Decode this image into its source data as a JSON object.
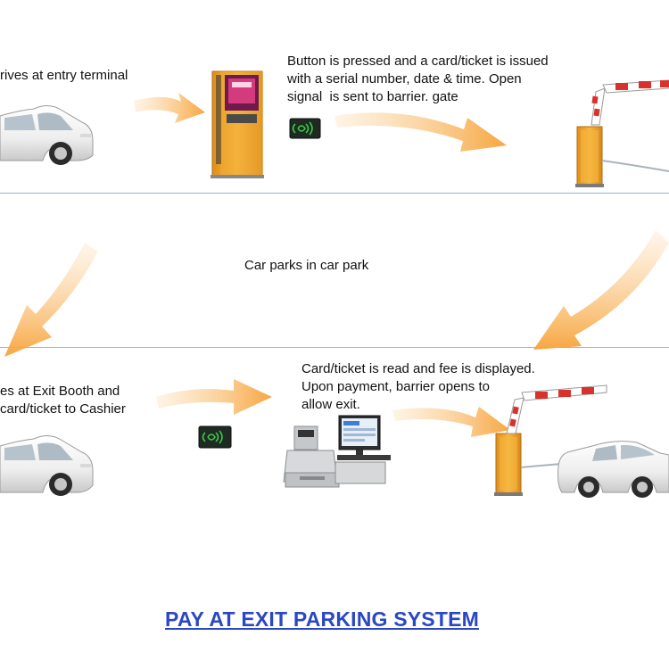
{
  "steps": {
    "entry": "rives at entry terminal",
    "issue": "Button is pressed and a card/ticket is issued\nwith a serial number, date & time. Open\nsignal  is sent to barrier. gate",
    "parks": "Car parks in car park",
    "exit_booth": "es at Exit Booth and\ncard/ticket to Cashier",
    "read_fee": "Card/ticket is read and fee is displayed.\nUpon payment, barrier opens to\nallow exit."
  },
  "title": "PAY AT EXIT PARKING SYSTEM",
  "colors": {
    "title": "#2a47c4",
    "arrow": "#f7a640",
    "divider": "#9bb3d4",
    "terminal": "#f2a833",
    "barrier_stripe": "#d9312b",
    "card_bg": "#1f2a22",
    "card_accent": "#3dd24a"
  },
  "icons": [
    "car-icon",
    "entry-terminal-icon",
    "rfid-card-icon",
    "barrier-gate-icon",
    "cash-register-icon",
    "computer-monitor-icon"
  ]
}
